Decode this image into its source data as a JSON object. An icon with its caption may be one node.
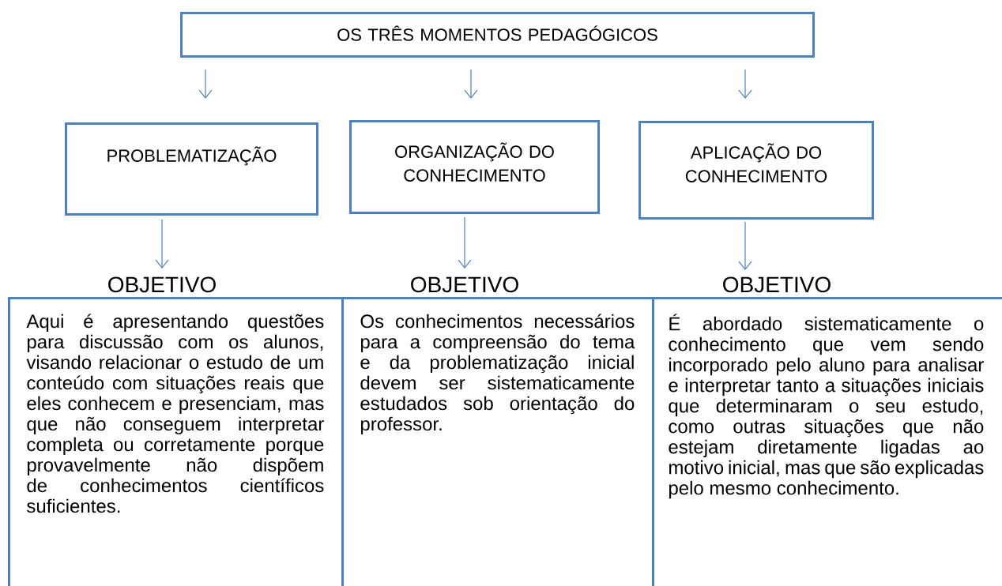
{
  "diagram": {
    "nodes": [
      {
        "text": [
          "OS TRÊS MOMENTOS PEDAGÓGICOS"
        ]
      },
      {
        "text": [
          "PROBLEMATIZAÇÃO"
        ]
      },
      {
        "text": [
          "ORGANIZAÇÃO DO CONHECIMENTO"
        ]
      },
      {
        "text": [
          "APLICAÇÃO DO CONHECIMENTO"
        ]
      },
      {
        "text": [
          "OBJETIVO",
          "Aqui é apresentando questões para discussão com os alunos, visando relacionar o estudo de um conteúdo com situações reais que eles conhecem e presenciam, mas que não conseguem interpretar completa ou corretamente porque provavelmente não dispõem de conhecimentos científicos suficientes."
        ]
      },
      {
        "text": [
          "OBJETIVO",
          "Os conhecimentos necessários para a compreensão do tema e da problematização inicial devem ser sistematicamente estudados sob orientação do professor."
        ]
      },
      {
        "text": [
          "OBJETIVO",
          "É abordado sistematicamente o conhecimento que vem sendo incorporado pelo aluno para analisar e interpretar tanto a situações iniciais que determinaram o seu estudo, como outras situações que não estejam diretamente ligadas ao motivo inicial, mas que são explicadas pelo mesmo conhecimento."
        ]
      }
    ],
    "edges": [
      {
        "from": 0,
        "to": 1,
        "arrow": "to"
      },
      {
        "from": 0,
        "to": 2,
        "arrow": "to"
      },
      {
        "from": 0,
        "to": 3,
        "arrow": "to"
      },
      {
        "from": 1,
        "to": 4,
        "arrow": "to"
      },
      {
        "from": 2,
        "to": 5,
        "arrow": "to"
      },
      {
        "from": 3,
        "to": 6,
        "arrow": "to"
      }
    ]
  }
}
